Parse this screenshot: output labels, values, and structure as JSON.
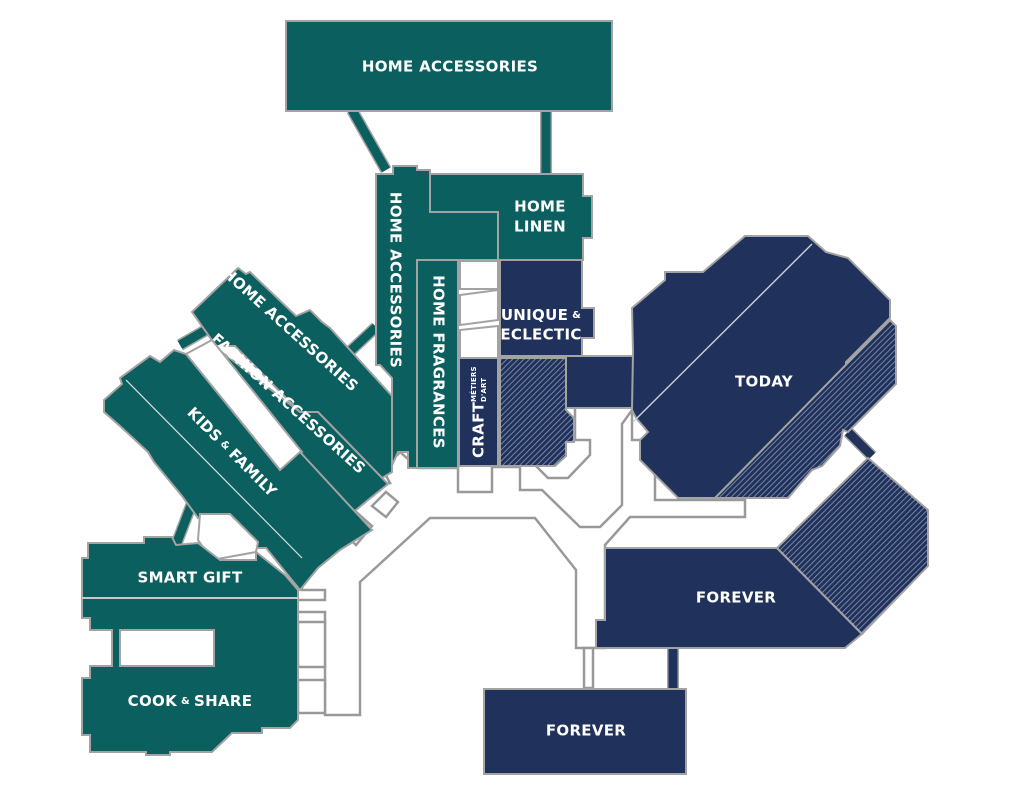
{
  "map": {
    "title": "Floor plan",
    "colors": {
      "fashion_zone": "#0b5f5f",
      "lifestyle_zone": "#20325c",
      "outline": "#a3a3a3",
      "label_text": "#ffffff",
      "background": "#ffffff"
    },
    "zones": {
      "home_accessories_top": {
        "label": "HOME ACCESSORIES",
        "color": "teal"
      },
      "home_accessories_vertical": {
        "label": "HOME ACCESSORIES",
        "color": "teal"
      },
      "home_linen": {
        "line1": "HOME",
        "line2": "LINEN",
        "color": "teal"
      },
      "home_fragrances": {
        "label": "HOME FRAGRANCES",
        "color": "teal"
      },
      "unique_eclectic": {
        "line1a": "UNIQUE",
        "amp": "&",
        "line2": "ECLECTIC",
        "color": "navy"
      },
      "craft": {
        "label": "CRAFT",
        "sub1": "MÉTIERS",
        "sub2": "D'ART",
        "color": "navy"
      },
      "home_accessories_diagonal": {
        "label": "HOME ACCESSORIES",
        "color": "teal"
      },
      "fashion_accessories": {
        "label": "FASHION ACCESSORIES",
        "color": "teal"
      },
      "kids_family": {
        "part1": "KIDS",
        "amp": "&",
        "part2": "FAMILY",
        "color": "teal"
      },
      "smart_gift": {
        "label": "SMART GIFT",
        "color": "teal"
      },
      "cook_share": {
        "part1": "COOK",
        "amp": "&",
        "part2": "SHARE",
        "color": "teal"
      },
      "today": {
        "label": "TODAY",
        "color": "navy"
      },
      "forever_main": {
        "label": "FOREVER",
        "color": "navy"
      },
      "forever_lower": {
        "label": "FOREVER",
        "color": "navy"
      }
    }
  }
}
